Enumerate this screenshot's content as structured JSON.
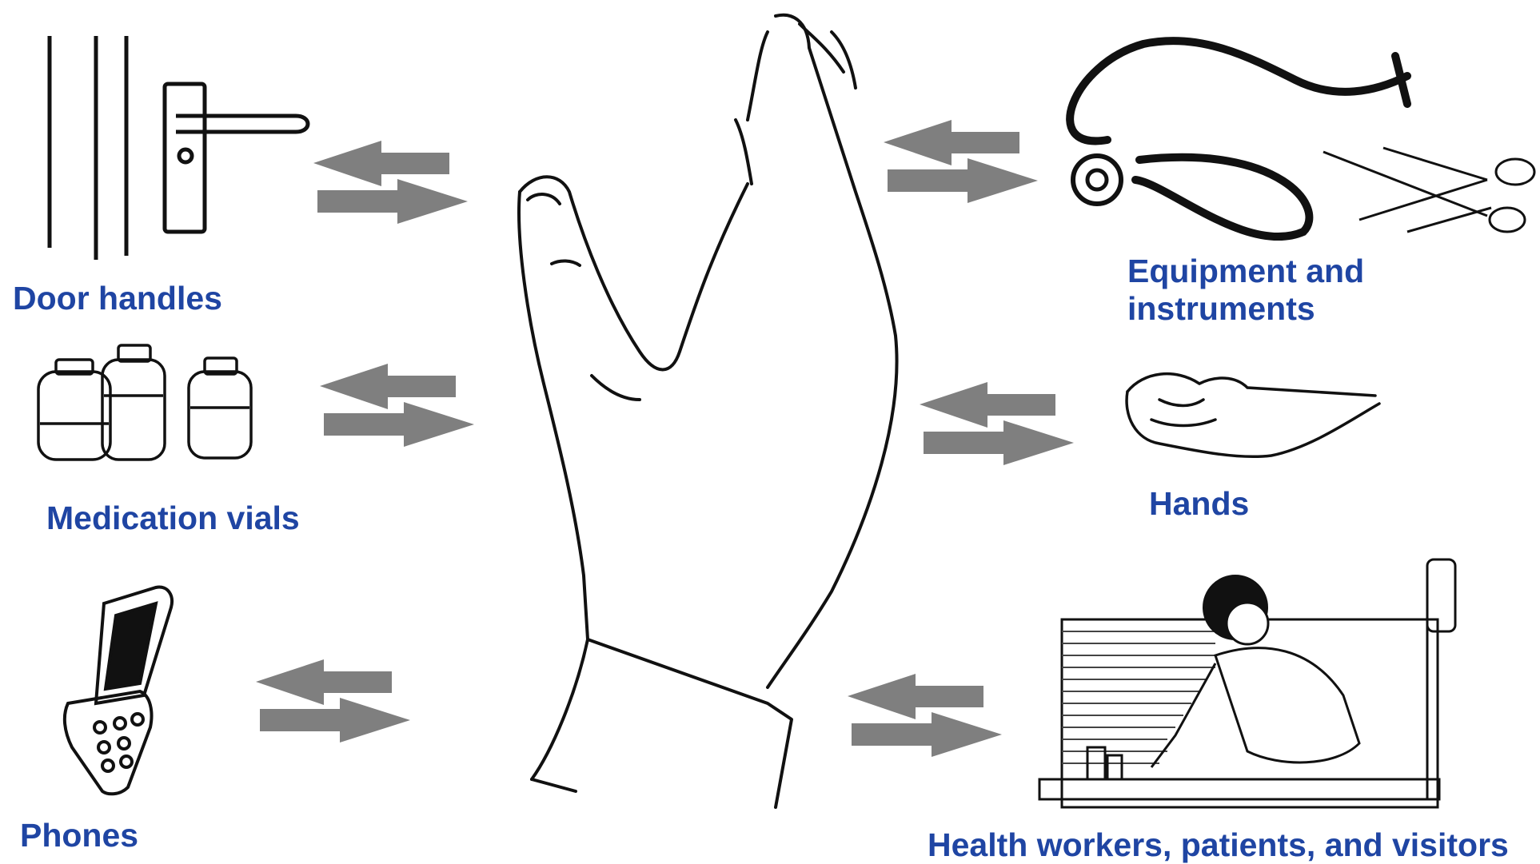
{
  "colors": {
    "label": "#1f45a3",
    "arrow": "#7f7f7f",
    "line": "#111111"
  },
  "labels": {
    "door_handles": "Door handles",
    "medication_vials": "Medication vials",
    "phones": "Phones",
    "equipment_line1": "Equipment and",
    "equipment_line2": "instruments",
    "hands": "Hands",
    "health_workers": "Health workers, patients, and visitors"
  },
  "icons": [
    "central-hand-icon",
    "door-handle-icon",
    "medication-vials-icon",
    "flip-phone-icon",
    "stethoscope-icon",
    "scissors-icon",
    "hand-icon",
    "health-worker-bed-icon",
    "bidirectional-arrow-icon"
  ]
}
